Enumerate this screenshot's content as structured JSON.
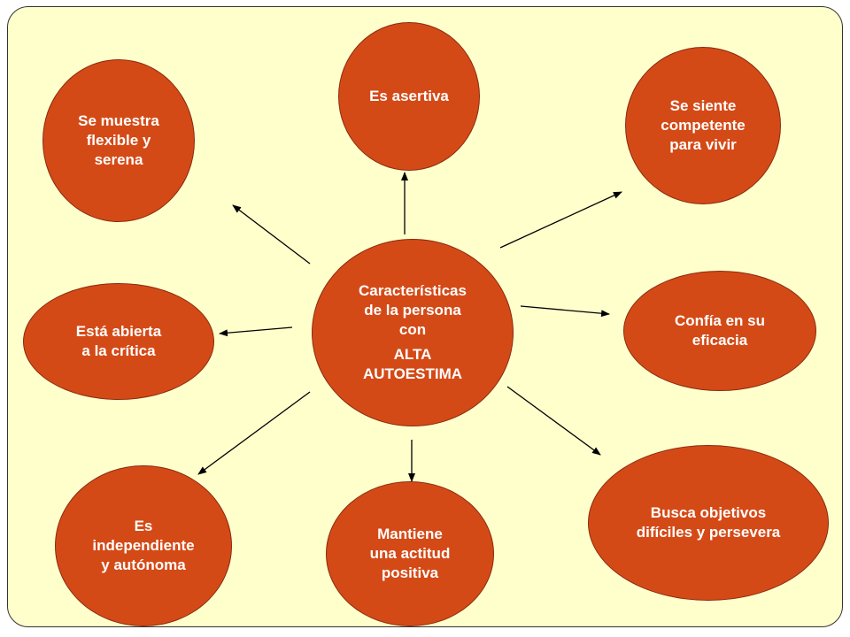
{
  "colors": {
    "background": "#ffffcc",
    "node_fill": "#d44a17",
    "node_text": "#ffffff",
    "arrow": "#000000"
  },
  "center": {
    "label": "Características\nde la persona\ncon",
    "emphasis": "ALTA\nAUTOESTIMA"
  },
  "nodes": {
    "flexible": "Se muestra\nflexible y\nserena",
    "asertiva": "Es asertiva",
    "competente": "Se siente\ncompetente\npara vivir",
    "critica": "Está abierta\na la crítica",
    "eficacia": "Confía en su\neficacia",
    "independiente": "Es\nindependiente\ny autónoma",
    "positiva": "Mantiene\nuna actitud\npositiva",
    "objetivos": "Busca objetivos\ndifíciles y persevera"
  }
}
